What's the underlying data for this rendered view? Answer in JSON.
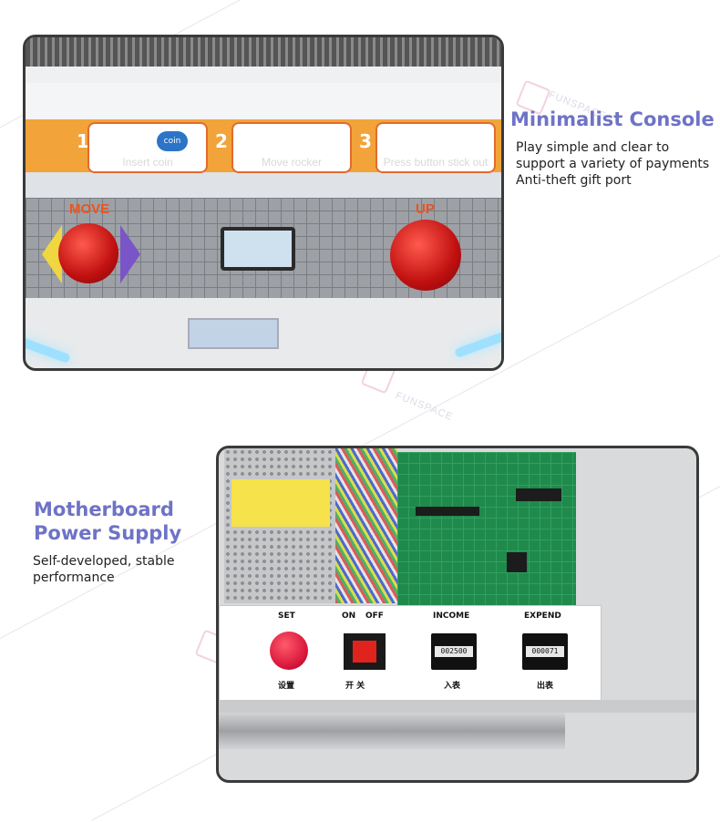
{
  "watermark": {
    "brand": "FUNSPACE"
  },
  "colors": {
    "heading": "#6e73c6",
    "accent_orange": "#f2a43a",
    "button_red": "#d8163a"
  },
  "section_console": {
    "heading": "Minimalist Console",
    "lines": [
      "Play simple and clear to",
      "support a variety of payments",
      "Anti-theft gift port"
    ],
    "photo": {
      "steps": [
        {
          "num": "1",
          "label": "Insert coin",
          "badge": "coin"
        },
        {
          "num": "2",
          "label": "Move rocker"
        },
        {
          "num": "3",
          "label": "Press button stick out"
        }
      ],
      "move_label": "MOVE",
      "up_label": "UP"
    }
  },
  "section_motherboard": {
    "heading_line1": "Motherboard",
    "heading_line2": "Power Supply",
    "lines": [
      "Self-developed, stable",
      "performance"
    ],
    "photo": {
      "set_label": "SET",
      "set_cn": "设置",
      "on_label": "ON",
      "off_label": "OFF",
      "switch_cn": "开    关",
      "income_label": "INCOME",
      "income_cn": "入表",
      "income_value": "002500",
      "expend_label": "EXPEND",
      "expend_cn": "出表",
      "expend_value": "000071"
    }
  }
}
